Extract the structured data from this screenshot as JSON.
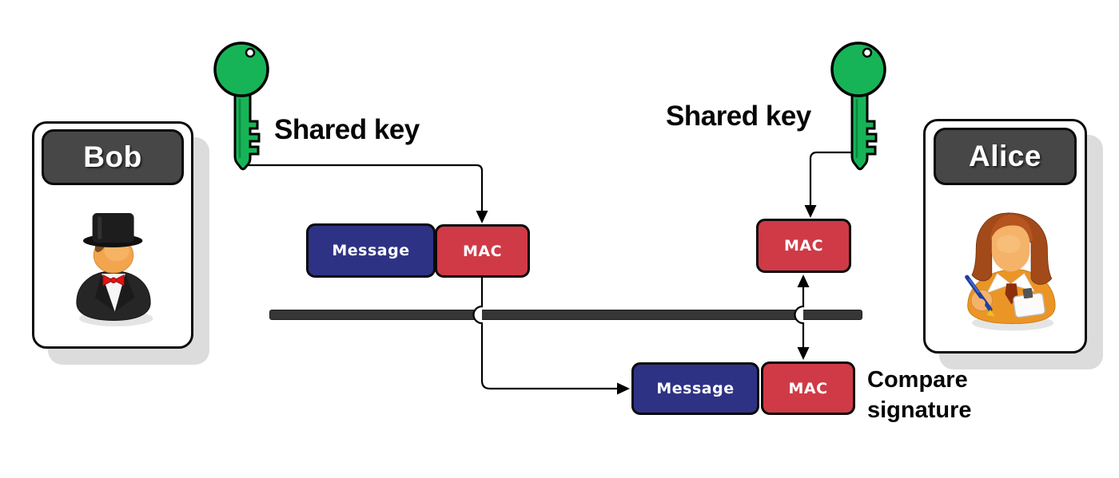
{
  "actors": {
    "sender": {
      "name": "Bob",
      "avatar": "man-with-top-hat"
    },
    "receiver": {
      "name": "Alice",
      "avatar": "woman-writing-with-pen"
    }
  },
  "keys": {
    "left_label": "Shared key",
    "right_label": "Shared key"
  },
  "packets": {
    "sender": {
      "message": "Message",
      "mac": "MAC"
    },
    "receiver_computed": {
      "mac": "MAC"
    },
    "received": {
      "message": "Message",
      "mac": "MAC"
    }
  },
  "annotations": {
    "compare_signature": "Compare\nsignature"
  },
  "colors": {
    "message_box": "#2e3284",
    "mac_box": "#cf3a46",
    "key": "#17b457",
    "actor_label_bg": "#474747",
    "channel_bar": "#363636",
    "arrow": "#000000",
    "card_shadow": "#dcdcdc",
    "background": "#ffffff"
  }
}
